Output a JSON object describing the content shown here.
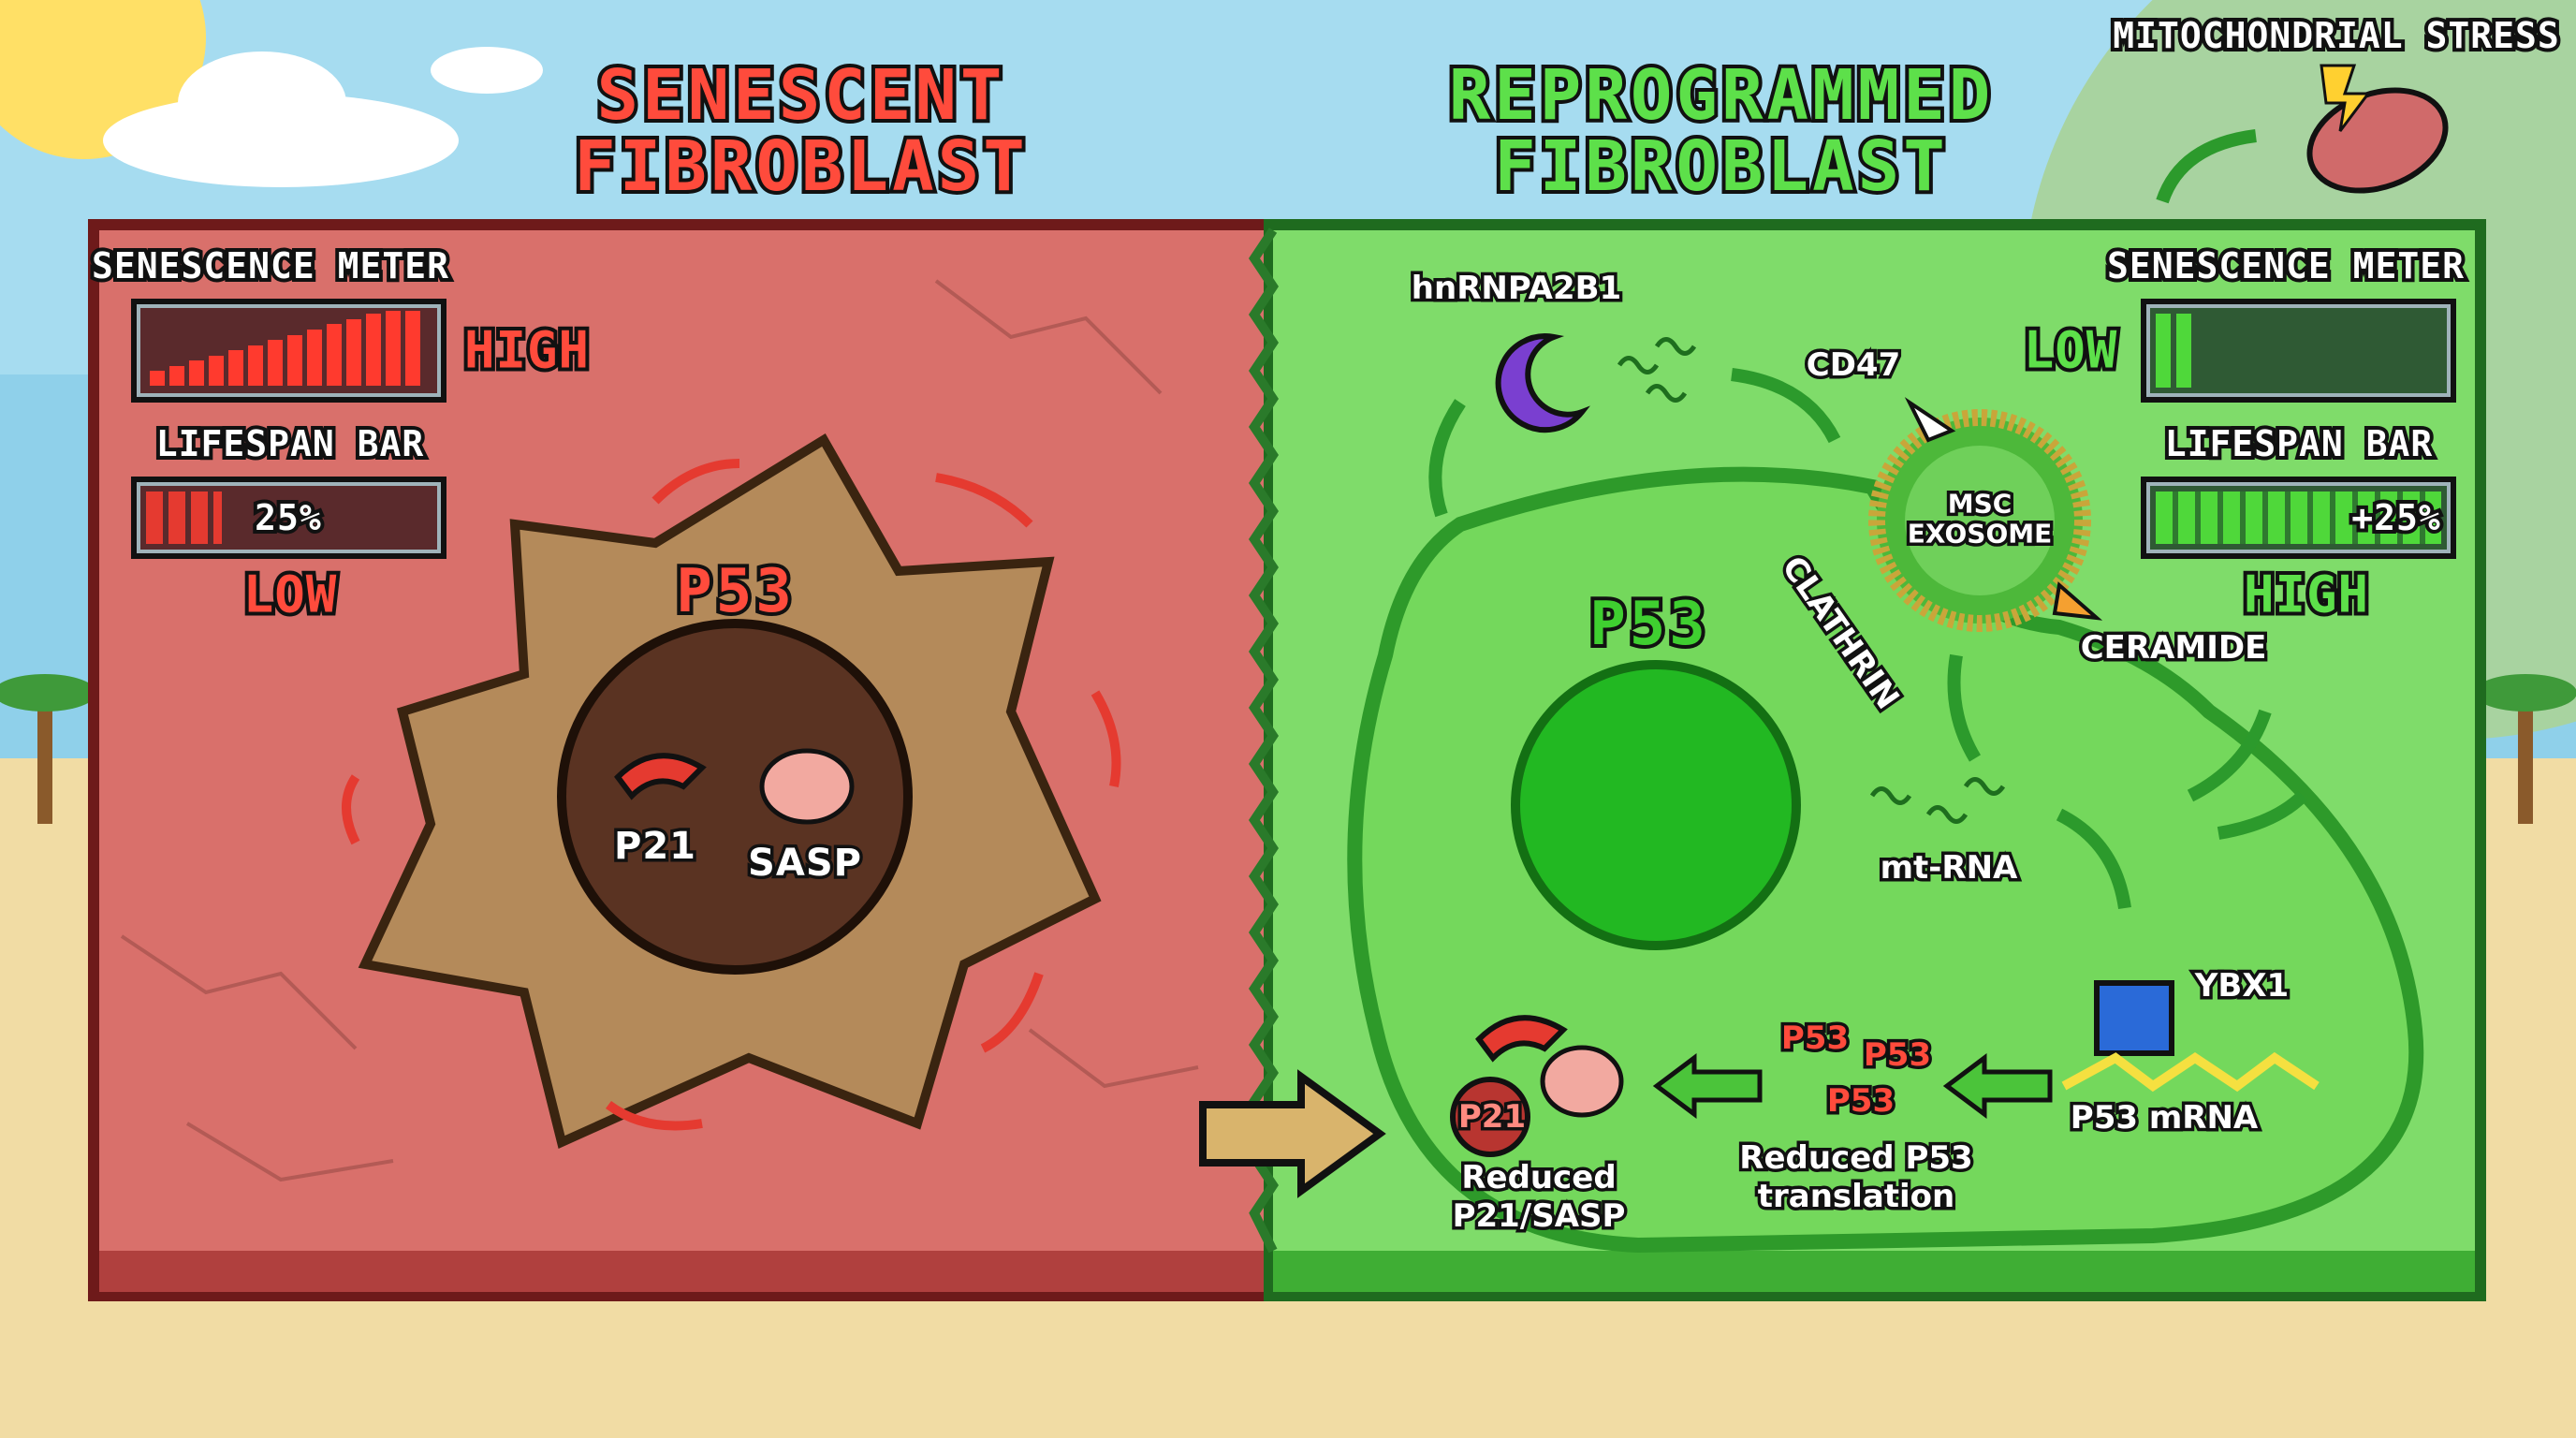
{
  "titles": {
    "senescent": [
      "SENESCENT",
      "FIBROBLAST"
    ],
    "reprogrammed": [
      "REPROGRAMMED",
      "FIBROBLAST"
    ]
  },
  "mitochondrial_stress": "MITOCHONDRIAL STRESS",
  "left_panel": {
    "senescence_meter": {
      "label": "SENESCENCE METER",
      "level": "HIGH",
      "fill_percent": 90
    },
    "lifespan_bar": {
      "label": "LIFESPAN BAR",
      "value": "25%",
      "level": "LOW",
      "fill_percent": 25
    },
    "cell": {
      "p53": "P53",
      "p21": "P21",
      "sasp": "SASP"
    }
  },
  "right_panel": {
    "senescence_meter": {
      "label": "SENESCENCE METER",
      "level": "LOW",
      "fill_percent": 12
    },
    "lifespan_bar": {
      "label": "LIFESPAN BAR",
      "value": "+25%",
      "level": "HIGH",
      "fill_percent": 100
    },
    "labels": {
      "hnrnpa2b1": "hnRNPA2B1",
      "cd47": "CD47",
      "exosome": [
        "MSC",
        "EXOSOME"
      ],
      "clathrin": "CLATHRIN",
      "ceramide": "CERAMIDE",
      "p53": "P53",
      "mt_rna": "mt-RNA",
      "ybx1": "YBX1",
      "p53_mrna": "P53 mRNA",
      "p53_proteins": [
        "P53",
        "P53",
        "P53"
      ],
      "reduced_translation": [
        "Reduced P53",
        "translation"
      ],
      "p21": "P21",
      "reduced_p21_sasp": [
        "Reduced",
        "P21/SASP"
      ]
    }
  },
  "colors": {
    "senescent_panel": "#d9706b",
    "reprogrammed_panel": "#7fdc6a",
    "title_red": "#ff4b3c",
    "title_green": "#5de04a",
    "sand": "#f1dca4",
    "sky": "#a6dcf0"
  }
}
